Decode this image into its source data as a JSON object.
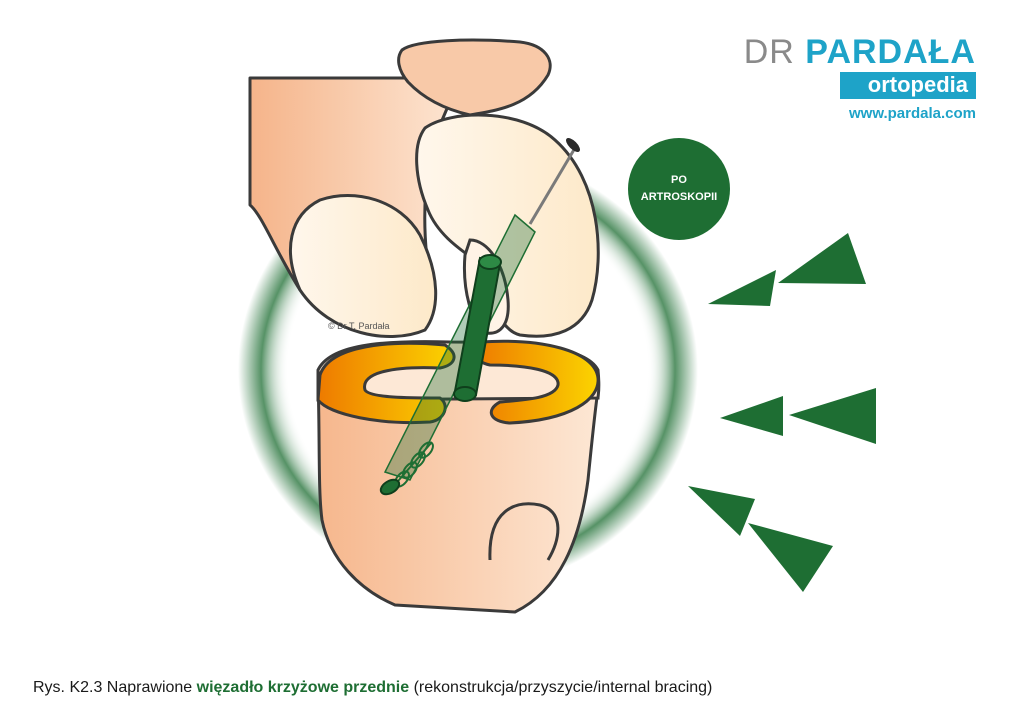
{
  "brand": {
    "prefix": "DR",
    "surname": "PARDAŁA",
    "tagline": "ortopedia",
    "url": "www.pardala.com"
  },
  "badge": {
    "line1": "PO",
    "line2": "ARTROSKOPII"
  },
  "copyright": "© Dr T. Pardała",
  "caption": {
    "prefix": "Rys. K2.3 Naprawione",
    "highlight": "więzadło krzyżowe przednie",
    "suffix": "(rekonstrukcja/przyszycie/internal bracing)"
  },
  "colors": {
    "brand_blue": "#1ea3c8",
    "brand_grey": "#8a8a8a",
    "ligament_green": "#1e6e33",
    "bone": "#f8c9a8",
    "meniscus": "#f3a000",
    "outline": "#3a3a3a"
  }
}
